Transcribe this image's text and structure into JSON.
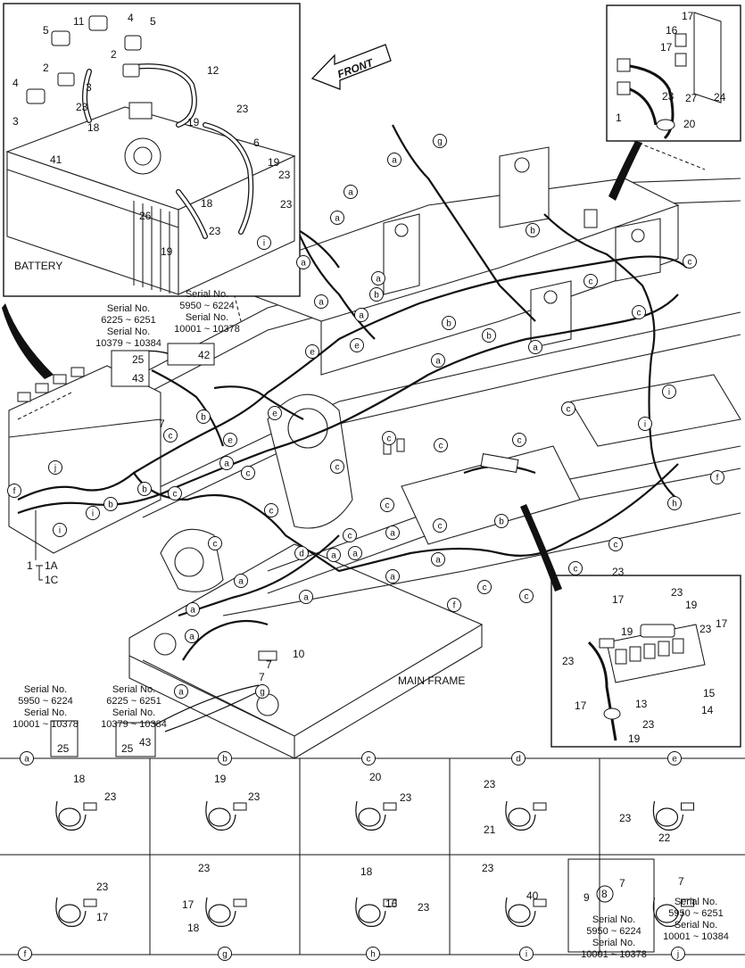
{
  "front_label": "FRONT",
  "battery_label": "BATTERY",
  "main_frame_label": "MAIN FRAME",
  "serial_a": [
    "Serial No.",
    "6225 ~ 6251",
    "Serial No.",
    "10379 ~ 10384"
  ],
  "serial_b": [
    "Serial No.",
    "5950 ~ 6224",
    "Serial No.",
    "10001 ~ 10378"
  ],
  "serial_bl1": [
    "Serial No.",
    "5950 ~ 6224",
    "Serial No.",
    "10001 ~ 10378"
  ],
  "serial_bl2": [
    "Serial No.",
    "6225 ~ 6251",
    "Serial No.",
    "10379 ~ 10384"
  ],
  "serial_j8": [
    "Serial No.",
    "5950 ~ 6224",
    "Serial No.",
    "10001 ~ 10378"
  ],
  "serial_j7": [
    "Serial No.",
    "5950 ~ 6251",
    "Serial No.",
    "10001 ~ 10384"
  ],
  "battery_parts": [
    {
      "n": "11"
    },
    {
      "n": "4"
    },
    {
      "n": "5"
    },
    {
      "n": "5"
    },
    {
      "n": "2"
    },
    {
      "n": "2"
    },
    {
      "n": "3"
    },
    {
      "n": "12"
    },
    {
      "n": "4"
    },
    {
      "n": "23"
    },
    {
      "n": "23"
    },
    {
      "n": "3"
    },
    {
      "n": "19"
    },
    {
      "n": "18"
    },
    {
      "n": "6"
    },
    {
      "n": "41"
    },
    {
      "n": "19"
    },
    {
      "n": "23"
    },
    {
      "n": "26"
    },
    {
      "n": "18"
    },
    {
      "n": "23"
    },
    {
      "n": "23"
    },
    {
      "n": "19"
    }
  ],
  "inset_tr_parts": [
    {
      "n": "17"
    },
    {
      "n": "16"
    },
    {
      "n": "17"
    },
    {
      "n": "23"
    },
    {
      "n": "27"
    },
    {
      "n": "24"
    },
    {
      "n": "1"
    },
    {
      "n": "20"
    }
  ],
  "inset_relay_parts": [
    {
      "n": "23"
    },
    {
      "n": "17"
    },
    {
      "n": "23"
    },
    {
      "n": "19"
    },
    {
      "n": "19"
    },
    {
      "n": "23"
    },
    {
      "n": "17"
    },
    {
      "n": "23"
    },
    {
      "n": "17"
    },
    {
      "n": "13"
    },
    {
      "n": "23"
    },
    {
      "n": "15"
    },
    {
      "n": "14"
    },
    {
      "n": "19"
    }
  ],
  "main_parts": [
    {
      "n": "25"
    },
    {
      "n": "43"
    },
    {
      "n": "42"
    },
    {
      "n": "7"
    },
    {
      "n": "10"
    },
    {
      "n": "7"
    },
    {
      "n": "7"
    },
    {
      "n": "25"
    },
    {
      "n": "25"
    },
    {
      "n": "43"
    }
  ],
  "callout_1": [
    "1",
    "1A",
    "1C"
  ],
  "main_circles": [
    "a",
    "b",
    "c",
    "d",
    "e",
    "f",
    "g",
    "h",
    "i",
    "j"
  ],
  "detail_a": {
    "letter": "a",
    "parts": [
      "18",
      "23"
    ]
  },
  "detail_b": {
    "letter": "b",
    "parts": [
      "19",
      "23"
    ]
  },
  "detail_c": {
    "letter": "c",
    "parts": [
      "20",
      "23"
    ]
  },
  "detail_d": {
    "letter": "d",
    "parts": [
      "23",
      "21"
    ]
  },
  "detail_e": {
    "letter": "e",
    "parts": [
      "23",
      "22"
    ]
  },
  "detail_f": {
    "letter": "f",
    "parts": [
      "23",
      "17"
    ]
  },
  "detail_g": {
    "letter": "g",
    "parts": [
      "23",
      "17",
      "18"
    ]
  },
  "detail_h": {
    "letter": "h",
    "parts": [
      "18",
      "16",
      "23"
    ]
  },
  "detail_i": {
    "letter": "i",
    "parts": [
      "23",
      "40"
    ]
  },
  "detail_j": {
    "letter": "j",
    "parts": [
      "9",
      "8",
      "7",
      "7"
    ]
  }
}
